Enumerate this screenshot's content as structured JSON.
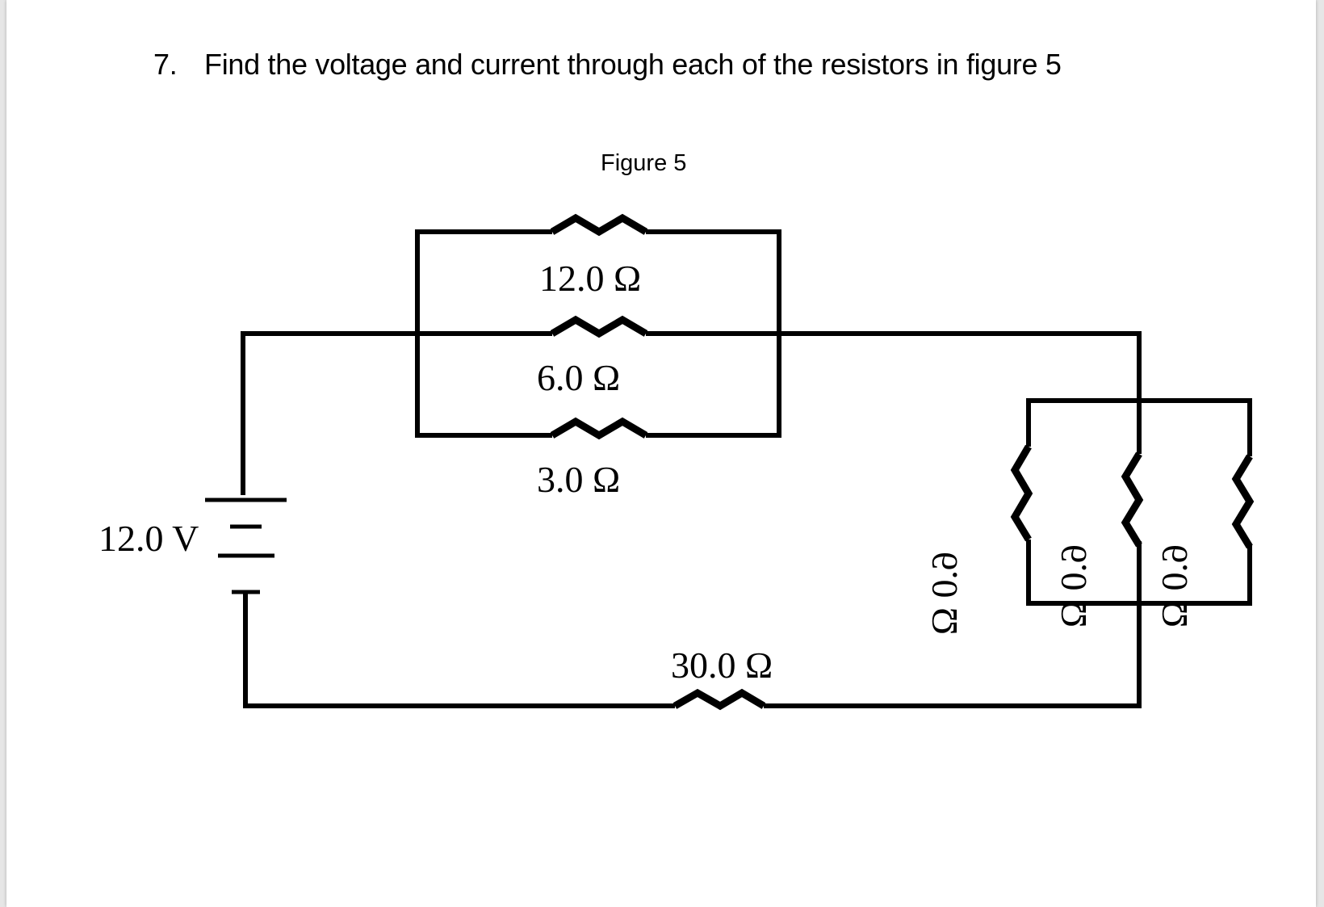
{
  "question": {
    "number": "7.",
    "text": "Find the voltage and current through each of the resistors in figure 5"
  },
  "figure": {
    "caption": "Figure 5",
    "battery": {
      "label": "12.0 V",
      "voltage_V": 12.0
    },
    "resistors": [
      {
        "id": "r-top",
        "label": "12.0 Ω",
        "ohms": 12.0,
        "group": "left-parallel"
      },
      {
        "id": "r-mid",
        "label": "6.0 Ω",
        "ohms": 6.0,
        "group": "left-parallel"
      },
      {
        "id": "r-bot",
        "label": "3.0 Ω",
        "ohms": 3.0,
        "group": "left-parallel"
      },
      {
        "id": "r-right-1",
        "label": "6.0 Ω",
        "ohms": 6.0,
        "group": "right-parallel"
      },
      {
        "id": "r-right-2",
        "label": "6.0 Ω",
        "ohms": 6.0,
        "group": "right-parallel"
      },
      {
        "id": "r-right-3",
        "label": "6.0 Ω",
        "ohms": 6.0,
        "group": "right-parallel"
      },
      {
        "id": "r-series",
        "label": "30.0 Ω",
        "ohms": 30.0,
        "group": "series"
      }
    ]
  }
}
